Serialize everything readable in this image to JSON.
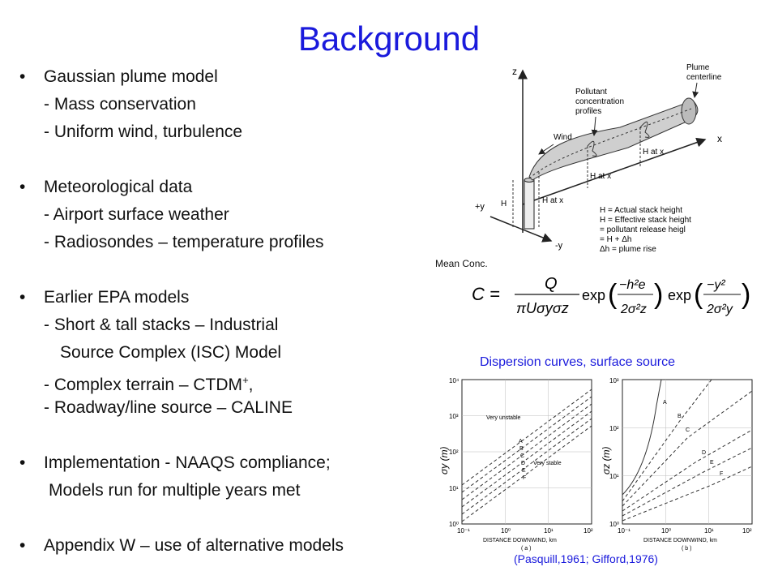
{
  "title": "Background",
  "bullets": {
    "gaussian": "Gaussian plume model",
    "mass": "- Mass conservation",
    "uniform": "- Uniform wind, turbulence",
    "met": "Meteorological data",
    "airport": "- Airport surface weather",
    "radiosondes": "- Radiosondes – temperature profiles",
    "epa": "Earlier EPA models",
    "short": "- Short & tall stacks – Industrial",
    "isc": "Source Complex (ISC) Model",
    "ctdm_a": "- Complex terrain – CTDM",
    "ctdm_b": ",",
    "caline": "- Roadway/line source – CALINE",
    "impl": "Implementation - NAAQS compliance;",
    "models_run": "Models run for multiple years met",
    "appendix": "Appendix W – use of alternative models",
    "bullet_char": "•",
    "superscript": "+"
  },
  "diagram": {
    "z": "z",
    "x": "x",
    "plus_y": "+y",
    "minus_y": "-y",
    "plume": "Plume",
    "centerline": "centerline",
    "pollutant": "Pollutant",
    "concentration": "concentration",
    "profiles": "profiles",
    "wind": "Wind",
    "hs": "H",
    "he_x1": "H at x",
    "he_x2": "H at x",
    "he_x3": "H at x",
    "legend1": "H  = Actual stack height",
    "legend2": "H  = Effective stack height",
    "legend3": "   = pollutant release heigl",
    "legend4": "   = H + Δh",
    "legend5": "Δh = plume rise"
  },
  "mean_conc": "Mean Conc.",
  "formula": {
    "lhs": "C =",
    "num": "Q",
    "den": "πUσyσz",
    "exp1": "exp",
    "exp2": "exp",
    "frac1_num": "−h²e",
    "frac1_den": "2σ²z",
    "frac2_num": "−y²",
    "frac2_den": "2σ²y"
  },
  "dispersion_title": "Dispersion curves, surface source",
  "citation": "(Pasquill,1961;  Gifford,1976)",
  "charts": {
    "left": {
      "ylabel": "σy (m)",
      "xlabel": "DISTANCE DOWNWIND, km",
      "panel": "( a )",
      "very_unstable": "Very unstable",
      "very_stable": "Very stable",
      "yticks": [
        "10⁴",
        "10³",
        "10²",
        "10¹",
        "10⁰"
      ],
      "xticks": [
        "10⁻¹",
        "10⁰",
        "10¹",
        "10²"
      ],
      "classes": [
        "A",
        "B",
        "C",
        "D",
        "E",
        "F"
      ]
    },
    "right": {
      "ylabel": "σz (m)",
      "xlabel": "DISTANCE DOWNWIND, km",
      "panel": "( b )",
      "yticks": [
        "10³",
        "10²",
        "10¹",
        "10⁰"
      ],
      "xticks": [
        "10⁻¹",
        "10⁰",
        "10¹",
        "10²"
      ],
      "classes": [
        "A",
        "B",
        "C",
        "D",
        "E",
        "F"
      ]
    }
  }
}
